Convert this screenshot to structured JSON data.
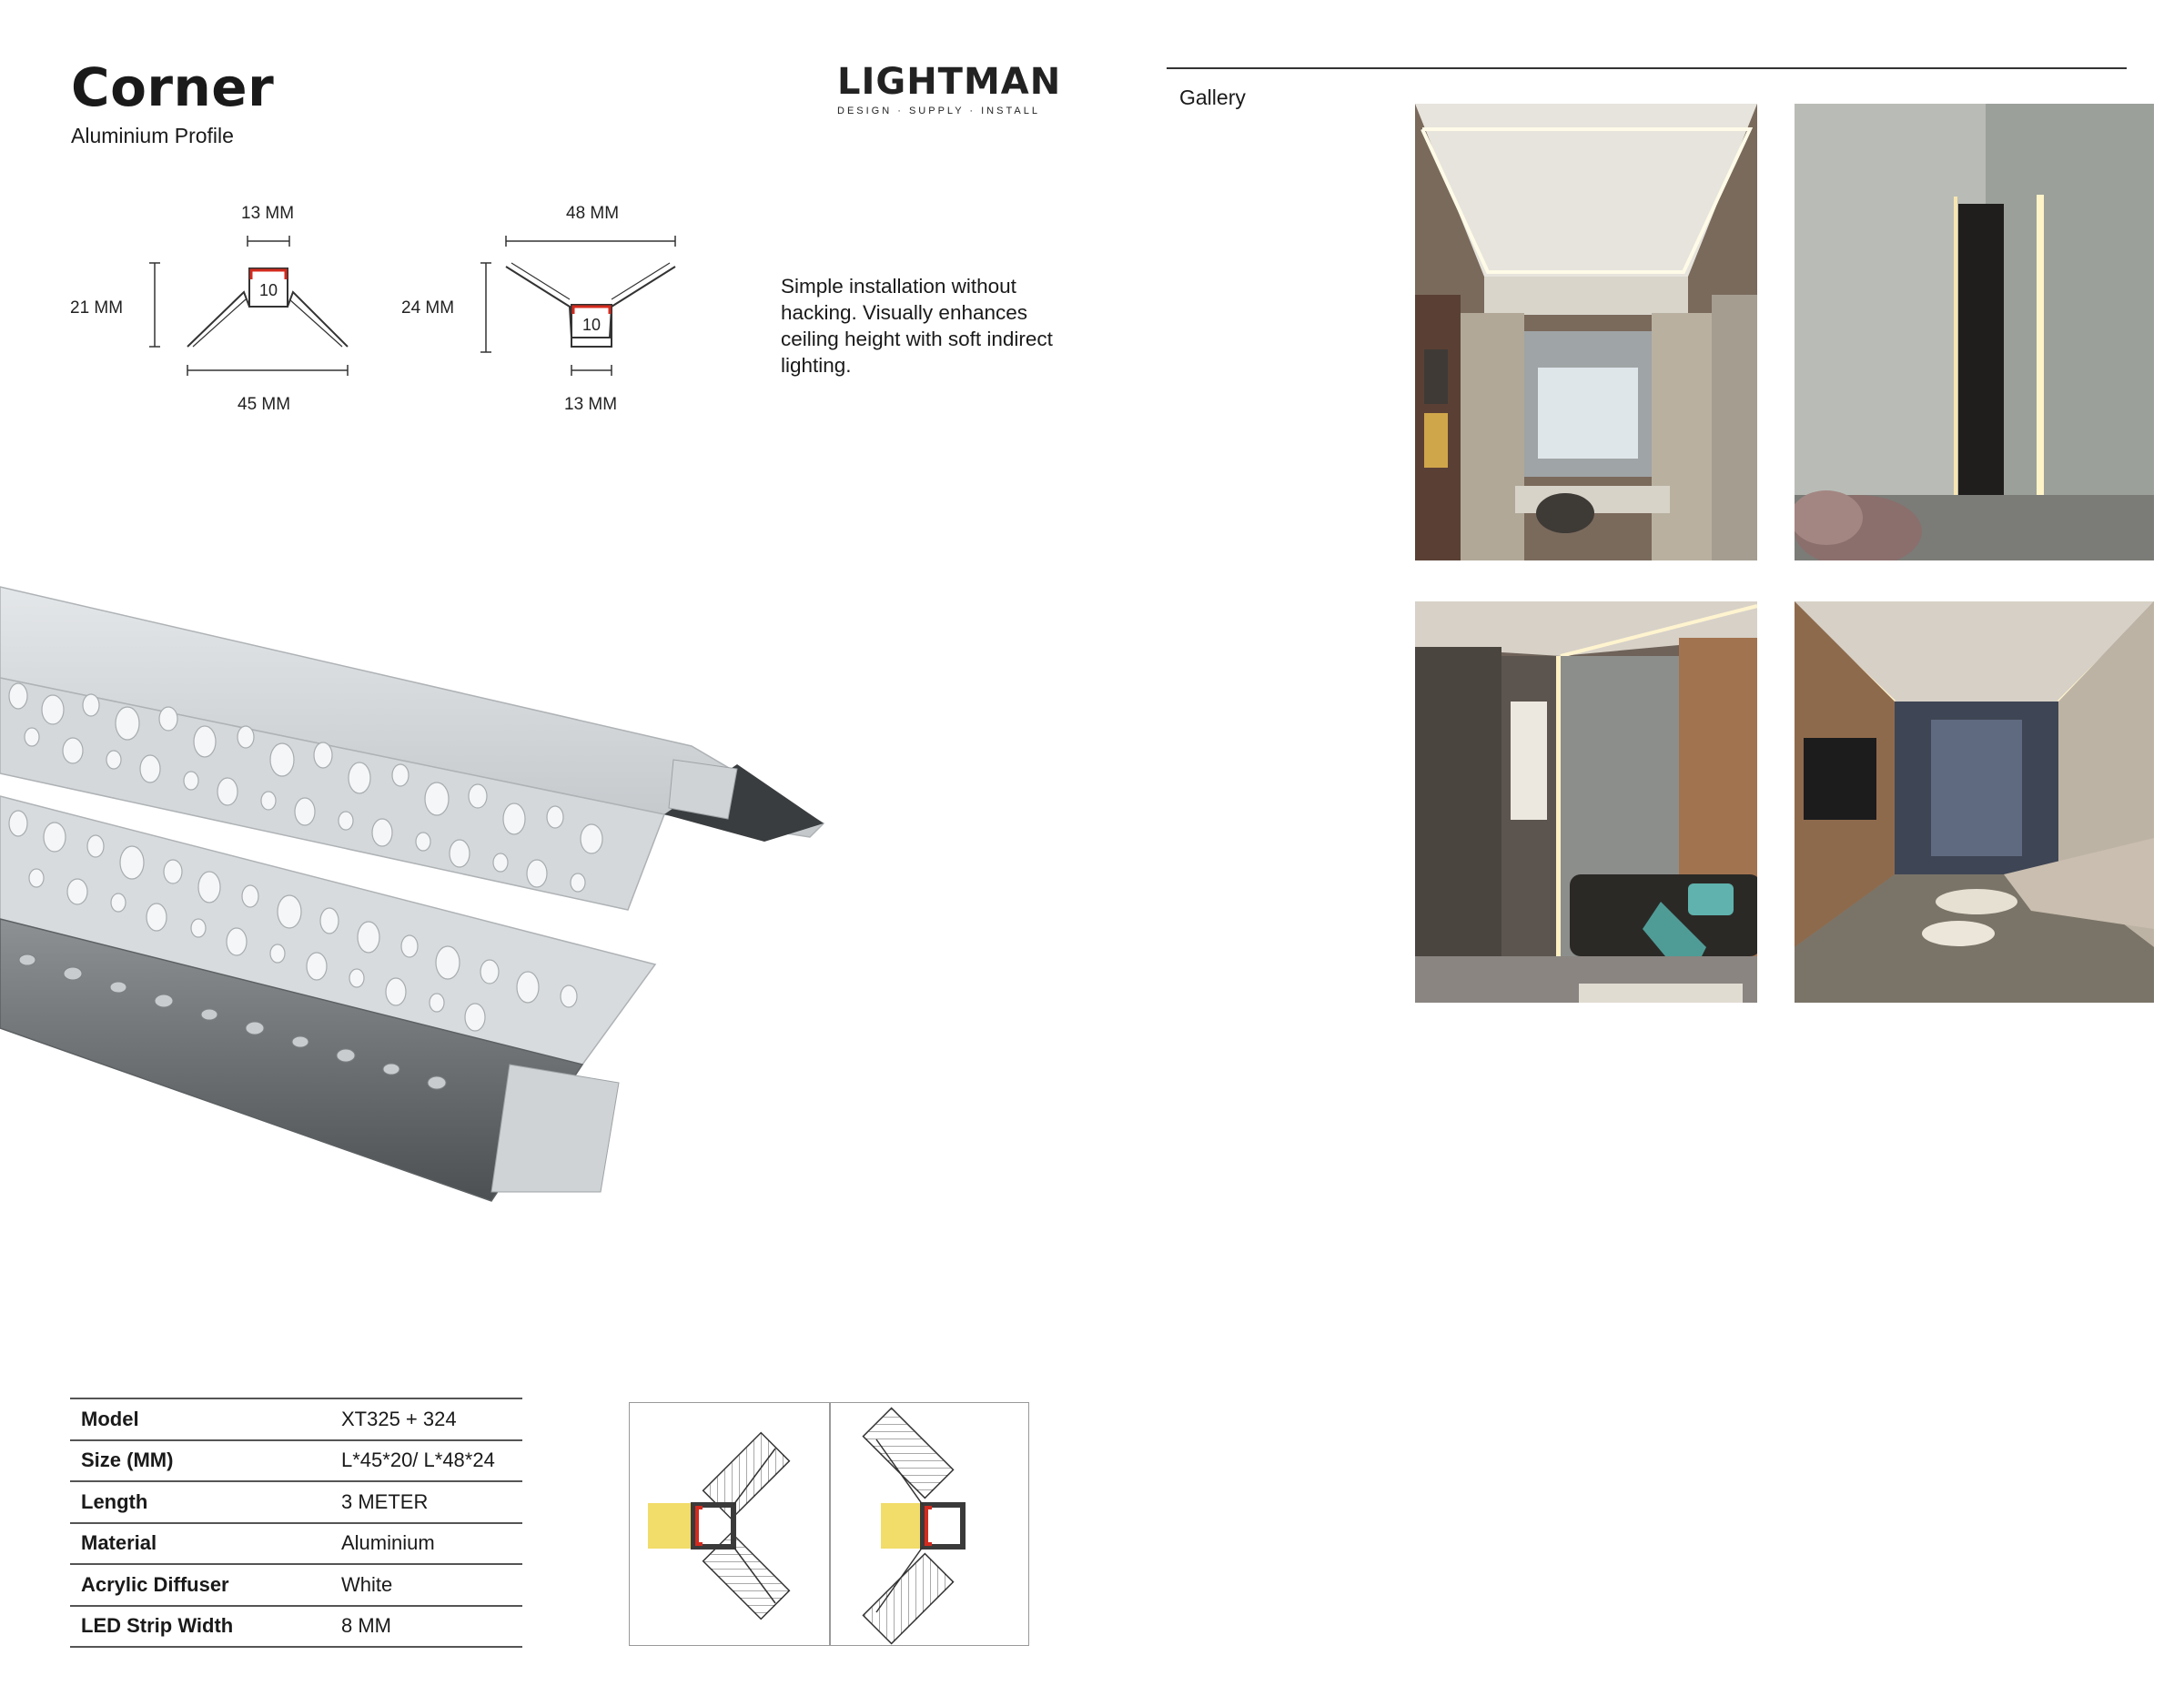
{
  "header": {
    "title": "Corner",
    "subtitle": "Aluminium Profile"
  },
  "brand": {
    "name": "LIGHTMAN",
    "tagline": "DESIGN · SUPPLY · INSTALL",
    "icon": "logo-wordmark"
  },
  "gallery": {
    "label": "Gallery",
    "photos": [
      {
        "icon": "ceiling-light-room-photo"
      },
      {
        "icon": "wall-corner-light-photo"
      },
      {
        "icon": "living-room-light-photo"
      },
      {
        "icon": "lounge-ceiling-light-photo"
      }
    ]
  },
  "description": "Simple installation without hacking. Visually enhances ceiling height with soft indirect lighting.",
  "profile_a": {
    "top_width": "13 MM",
    "height": "21 MM",
    "bottom_width": "45 MM",
    "inner": "10"
  },
  "profile_b": {
    "top_width": "48 MM",
    "height": "24 MM",
    "bottom_width": "13 MM",
    "inner": "10"
  },
  "specs": {
    "rows": [
      {
        "key": "Model",
        "value": "XT325 + 324"
      },
      {
        "key": "Size (MM)",
        "value": "L*45*20/ L*48*24"
      },
      {
        "key": "Length",
        "value": "3 METER"
      },
      {
        "key": "Material",
        "value": "Aluminium"
      },
      {
        "key": "Acrylic Diffuser",
        "value": "White"
      },
      {
        "key": "LED Strip Width",
        "value": "8 MM"
      }
    ]
  },
  "colors": {
    "accent": "#d42a1e",
    "profile_gray": "#c9ccce",
    "warm_light": "#f2dc6a"
  }
}
